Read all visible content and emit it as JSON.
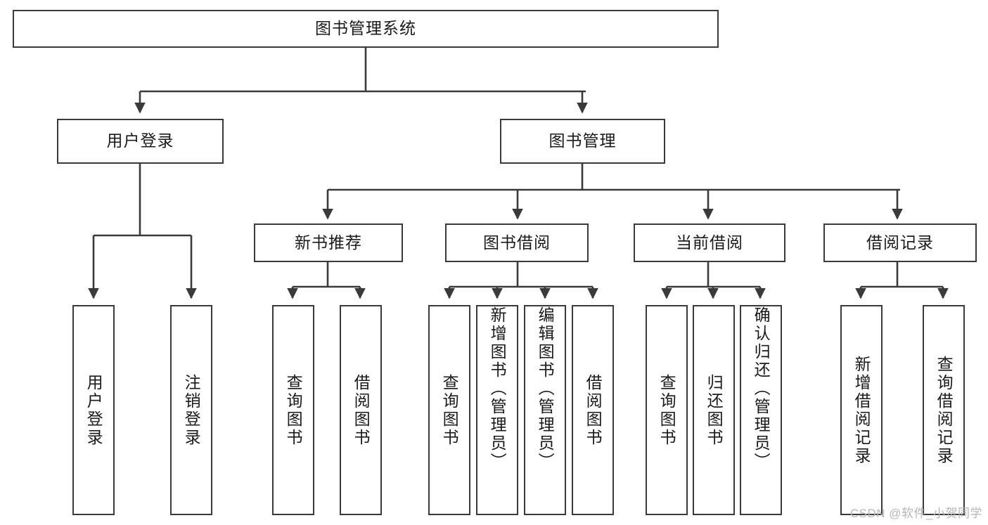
{
  "diagram": {
    "title": "图书管理系统",
    "type": "tree",
    "watermark": "CSDN @软件_小贺同学",
    "colors": {
      "border": "#3a3a3a",
      "background": "#ffffff",
      "text": "#1a1a1a",
      "watermark": "#b6b6b6"
    },
    "nodes": {
      "root": {
        "label": "图书管理系统"
      },
      "level2": [
        {
          "label": "用户登录"
        },
        {
          "label": "图书管理"
        }
      ],
      "level3": [
        {
          "label": "新书推荐"
        },
        {
          "label": "图书借阅"
        },
        {
          "label": "当前借阅"
        },
        {
          "label": "借阅记录"
        }
      ],
      "leaves": {
        "user_login": [
          {
            "label": "用户登录"
          },
          {
            "label": "注销登录"
          }
        ],
        "new_book_recommend": [
          {
            "label": "查询图书"
          },
          {
            "label": "借阅图书"
          }
        ],
        "book_borrow": [
          {
            "label": "查询图书"
          },
          {
            "label": "新增图书（管理员）"
          },
          {
            "label": "编辑图书（管理员）"
          },
          {
            "label": "借阅图书"
          }
        ],
        "current_borrow": [
          {
            "label": "查询图书"
          },
          {
            "label": "归还图书"
          },
          {
            "label": "确认归还（管理员）"
          }
        ],
        "borrow_record": [
          {
            "label": "新增借阅记录"
          },
          {
            "label": "查询借阅记录"
          }
        ]
      }
    }
  }
}
